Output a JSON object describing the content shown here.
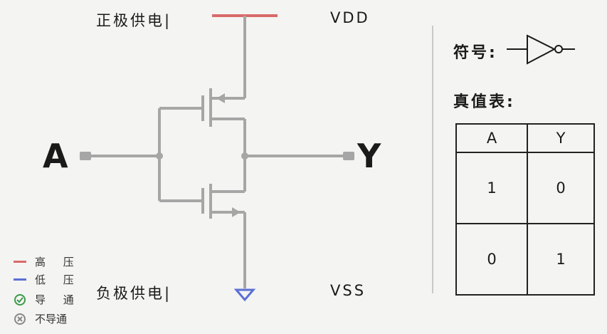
{
  "header": {
    "positive_supply": "正极供电|",
    "vdd": "VDD"
  },
  "footer": {
    "negative_supply": "负极供电|",
    "vss": "VSS"
  },
  "circuit": {
    "input": "A",
    "output": "Y"
  },
  "panel": {
    "symbol_label": "符号:",
    "truth_table_label": "真值表:",
    "truth_table": {
      "headers": [
        "A",
        "Y"
      ],
      "rows": [
        [
          "1",
          "0"
        ],
        [
          "0",
          "1"
        ]
      ]
    }
  },
  "legend": [
    {
      "label": "高 压",
      "kind": "line",
      "color": "#d96a6a"
    },
    {
      "label": "低 压",
      "kind": "line",
      "color": "#5a6fd6"
    },
    {
      "label": "导 通",
      "kind": "check",
      "color": "#3a9a4a"
    },
    {
      "label": "不导通",
      "kind": "cross",
      "color": "#888888"
    }
  ],
  "colors": {
    "high": "#d96a6a",
    "low": "#5a6fd6",
    "wire": "#a6a6a6"
  }
}
